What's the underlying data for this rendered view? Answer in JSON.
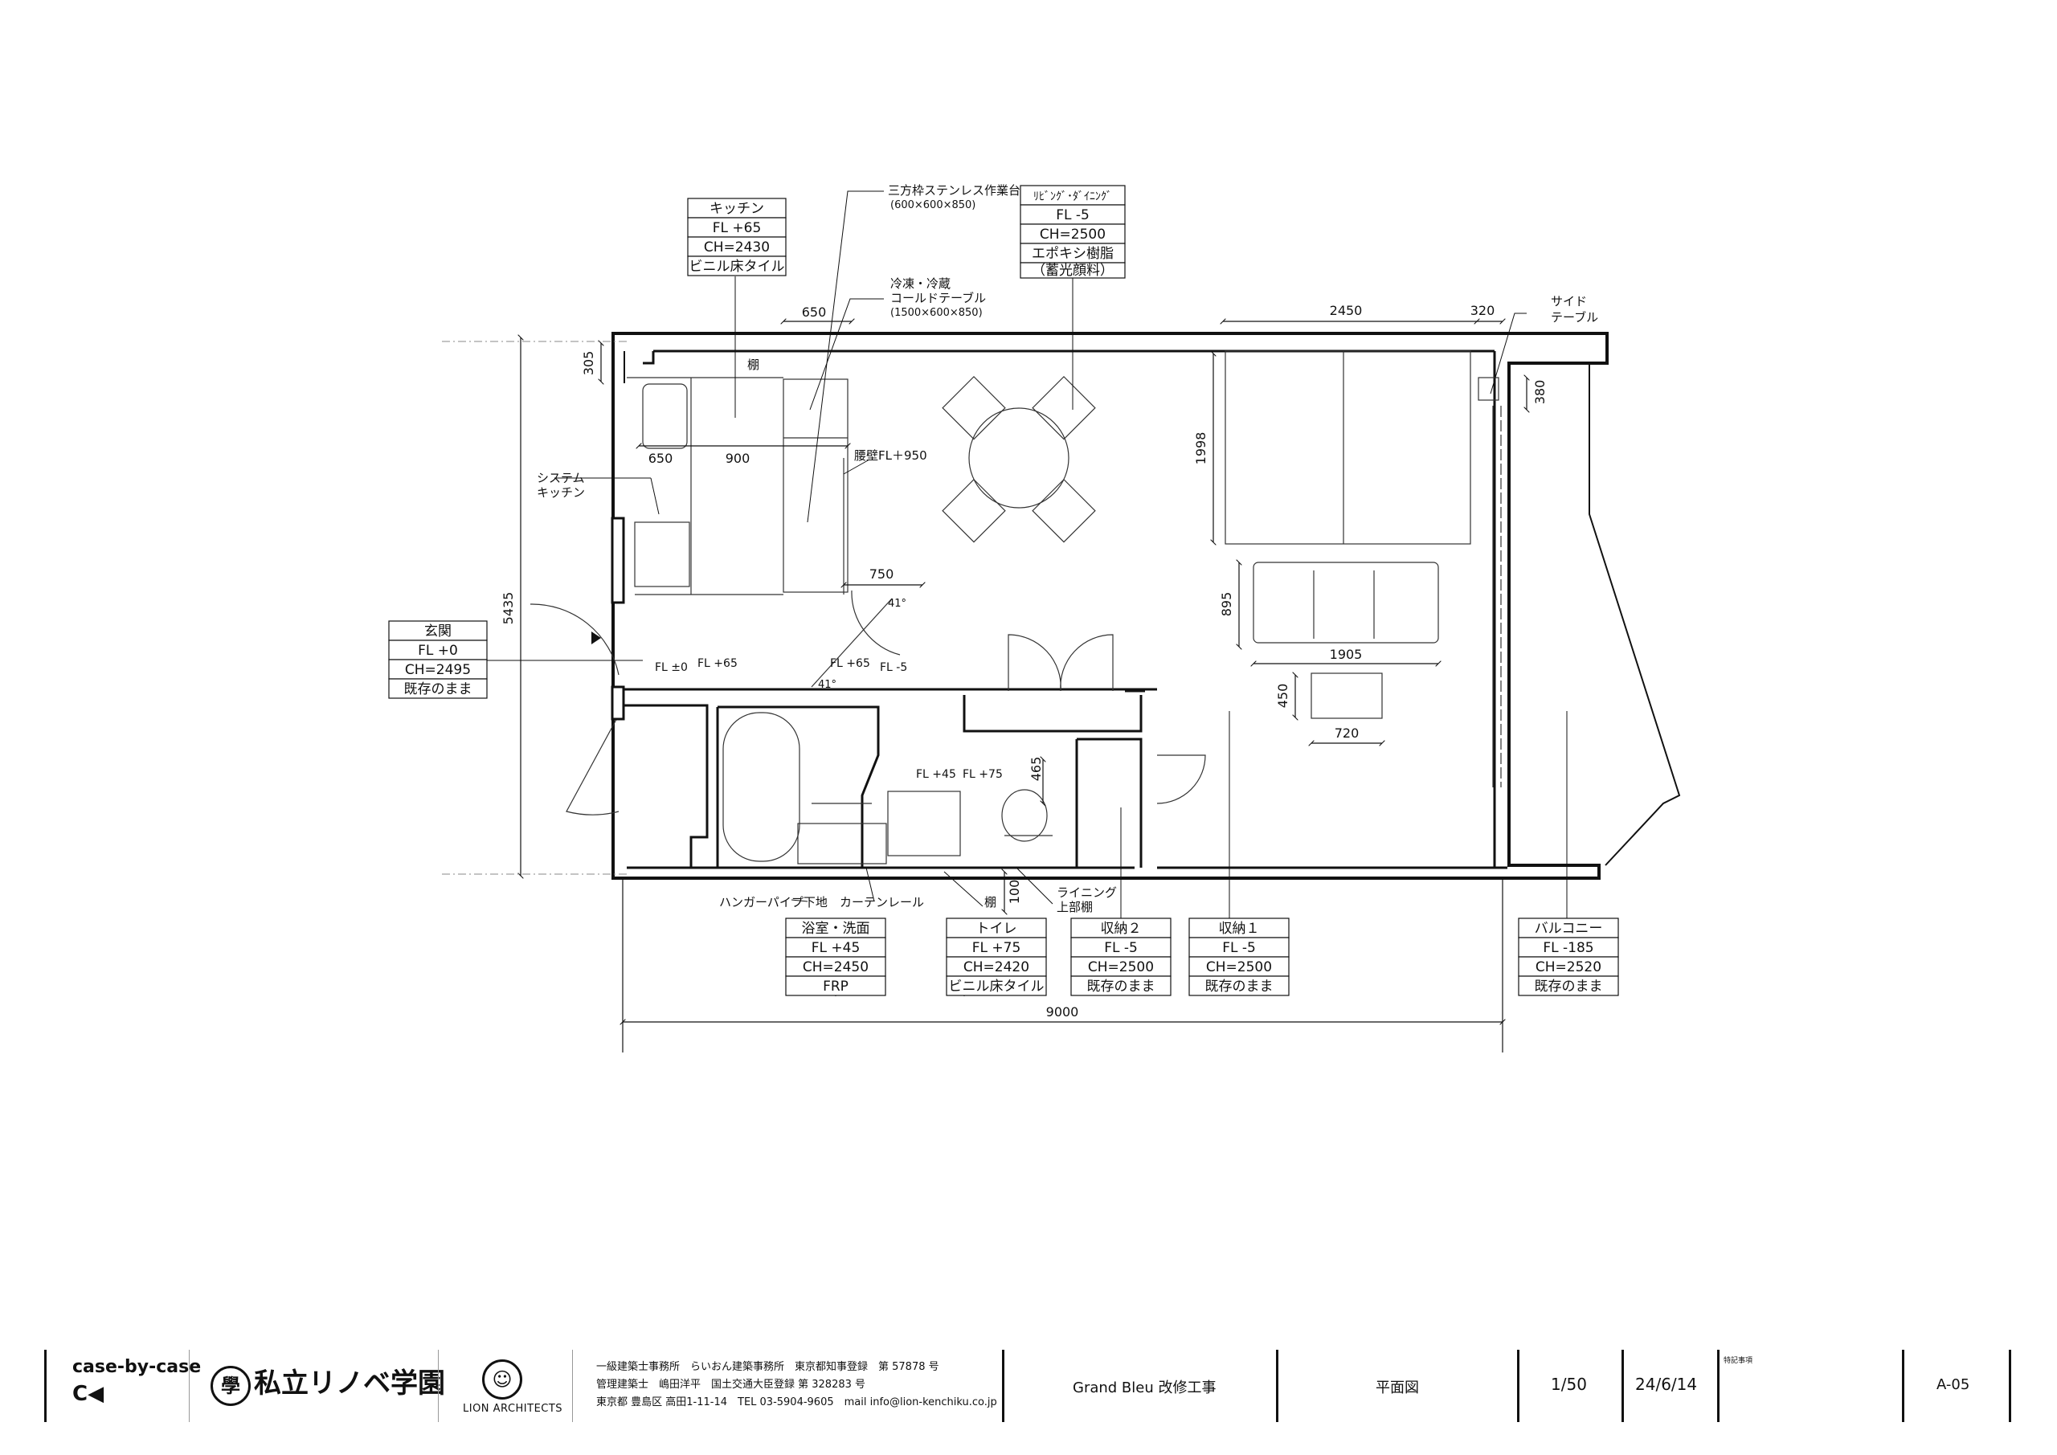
{
  "labels": {
    "kitchen_box": [
      "キッチン",
      "FL +65",
      "CH=2430",
      "ビニル床タイル"
    ],
    "living_box": [
      "ﾘﾋﾞﾝｸﾞ･ﾀﾞｲﾆﾝｸﾞ",
      "FL -5",
      "CH=2500",
      "エポキシ樹脂",
      "（蓄光顔料）"
    ],
    "genkan_box": [
      "玄関",
      "FL +0",
      "CH=2495",
      "既存のまま"
    ],
    "bath_box": [
      "浴室・洗面",
      "FL +45",
      "CH=2450",
      "FRP"
    ],
    "toilet_box": [
      "トイレ",
      "FL +75",
      "CH=2420",
      "ビニル床タイル"
    ],
    "storage2_box": [
      "収納２",
      "FL -5",
      "CH=2500",
      "既存のまま"
    ],
    "storage1_box": [
      "収納１",
      "FL -5",
      "CH=2500",
      "既存のまま"
    ],
    "balcony_box": [
      "バルコニー",
      "FL -185",
      "CH=2520",
      "既存のまま"
    ]
  },
  "annotations": {
    "worktop": "三方枠ステンレス作業台",
    "worktop_size": "(600×600×850)",
    "cold_table_1": "冷凍・冷蔵",
    "cold_table_2": "コールドテーブル",
    "cold_table_size": "(1500×600×850)",
    "side_table_1": "サイド",
    "side_table_2": "テーブル",
    "shelf": "棚",
    "system_kitchen_1": "システム",
    "system_kitchen_2": "キッチン",
    "waist_wall": "腰壁FL＋950",
    "hanger_pipe": "ハンガーパイプ下地",
    "curtain_rail": "カーテンレール",
    "shelf_bottom": "棚",
    "lining_1": "ライニング",
    "lining_2": "上部棚",
    "angle_1": "41°",
    "angle_2": "41°"
  },
  "floor_levels": {
    "fl0": "FL ±0",
    "fl65a": "FL +65",
    "fl65b": "FL +65",
    "fl_m5": "FL -5",
    "fl45": "FL +45",
    "fl75": "FL +75"
  },
  "dimensions": {
    "d650_top": "650",
    "d2450": "2450",
    "d320": "320",
    "d305": "305",
    "d380": "380",
    "d650": "650",
    "d900": "900",
    "d1998": "1998",
    "d750": "750",
    "d895": "895",
    "d1905": "1905",
    "d450": "450",
    "d720": "720",
    "d5435": "5435",
    "d465": "465",
    "d100": "100",
    "d9000": "9000"
  },
  "title_block": {
    "logo_case": "case-by-case",
    "logo_school_char": "學",
    "logo_school": "私立リノベ学園",
    "logo_lion": "LION ARCHITECTS",
    "office_line1": "一級建築士事務所　らいおん建築事務所　東京都知事登録　第 57878 号",
    "office_line2": "管理建築士　嶋田洋平　国土交通大臣登録 第 328283 号",
    "office_line3": "東京都 豊島区 高田1-11-14　TEL  03-5904-9605　mail  info@lion-kenchiku.co.jp",
    "project": "Grand Bleu 改修工事",
    "drawing": "平面図",
    "scale": "1/50",
    "date": "24/6/14",
    "note_label": "特記事項",
    "sheet": "A-05"
  }
}
